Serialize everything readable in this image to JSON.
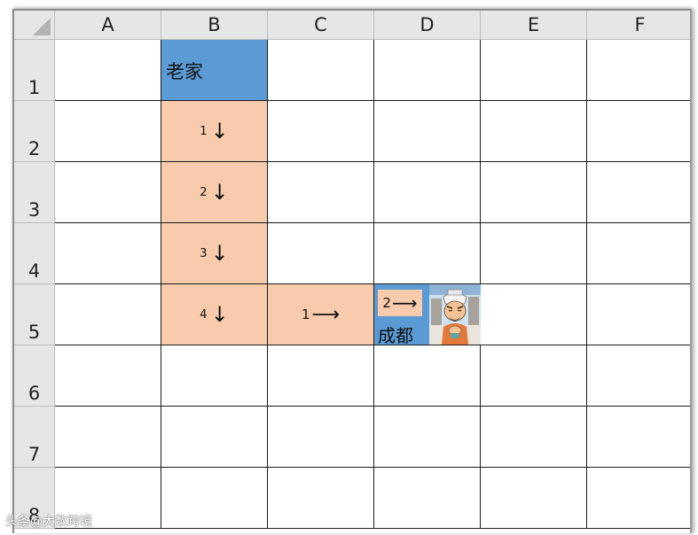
{
  "columns": [
    "A",
    "B",
    "C",
    "D",
    "E",
    "F"
  ],
  "rows": [
    "1",
    "2",
    "3",
    "4",
    "5",
    "6",
    "7",
    "8"
  ],
  "cells": {
    "B1": "老家",
    "B2": {
      "num": "1",
      "arrow": "↓"
    },
    "B3": {
      "num": "2",
      "arrow": "↓"
    },
    "B4": {
      "num": "3",
      "arrow": "↓"
    },
    "B5": {
      "num": "4",
      "arrow": "↓"
    },
    "C5": {
      "num": "1",
      "arrow": "⟶"
    },
    "D5": {
      "num": "2",
      "arrow": "⟶",
      "label": "成都"
    }
  },
  "colors": {
    "home_fill": "#5b9bd5",
    "route_fill": "#f8cbad",
    "header_fill": "#e6e6e6"
  },
  "watermark": "头条@大数跨境",
  "icons": {
    "D5_picture": "cartoon-man-portrait-icon"
  }
}
